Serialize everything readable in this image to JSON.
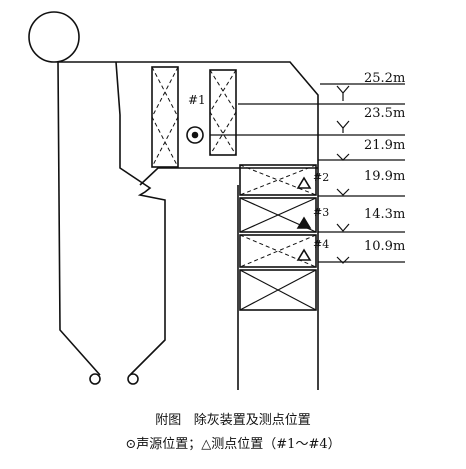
{
  "elevations": [
    {
      "label": "25.2m"
    },
    {
      "label": "23.5m"
    },
    {
      "label": "21.9m"
    },
    {
      "label": "19.9m"
    },
    {
      "label": "14.3m"
    },
    {
      "label": "10.9m"
    }
  ],
  "point_labels": {
    "p1": "#1",
    "p2": "#2",
    "p3": "#3",
    "p4": "#4"
  },
  "caption": {
    "title": "附图   除灰装置及测点位置",
    "legend": "⊙声源位置；△测点位置（#1～#4）"
  },
  "icons": [
    "sound-source-icon",
    "measure-point-icon"
  ]
}
